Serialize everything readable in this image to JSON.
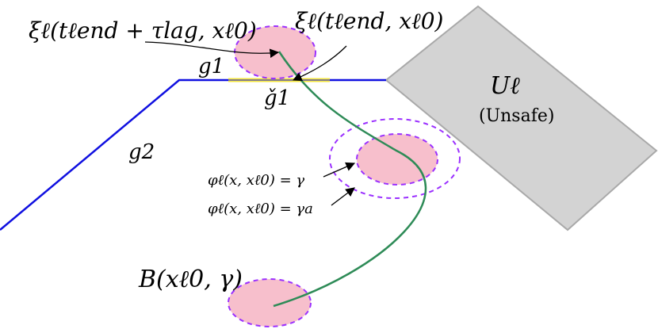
{
  "labels": {
    "xi_end_lag": "ξℓ(tℓend + τlag, xℓ0)",
    "xi_end": "ξℓ(tℓend, xℓ0)",
    "g1": "g1",
    "g1_check": "ǧ1",
    "g2": "g2",
    "unsafe_symbol": "Uℓ",
    "unsafe_text": "(Unsafe)",
    "phi_gamma": "φℓ(x, xℓ0) = γ",
    "phi_gamma_a": "φℓ(x, xℓ0) = γa",
    "ball": "B(xℓ0, γ)"
  },
  "colors": {
    "boundary": "#1010e0",
    "highlight": "#f3e640",
    "ellipse_fill": "#f7bfcc",
    "dashed": "#9b30ff",
    "trajectory": "#2e8b57",
    "unsafe_fill": "#d3d3d3",
    "unsafe_stroke": "#a9a9a9",
    "arrow": "#000000"
  }
}
